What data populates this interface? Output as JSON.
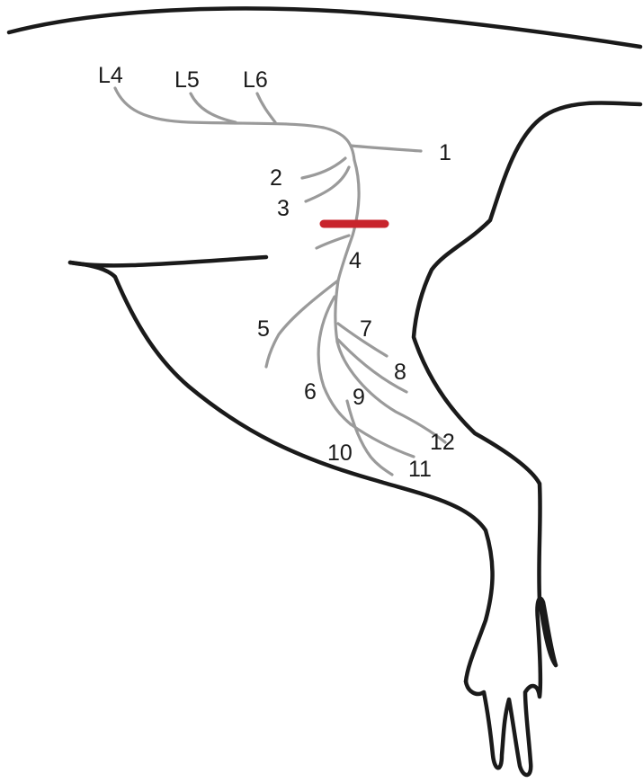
{
  "colors": {
    "outline": "#1a1a1a",
    "nerve": "#9a9a9a",
    "marker": "#c8242c"
  },
  "roots": [
    "L4",
    "L5",
    "L6"
  ],
  "branches": [
    "1",
    "2",
    "3",
    "4",
    "5",
    "6",
    "7",
    "8",
    "9",
    "10",
    "11",
    "12"
  ]
}
